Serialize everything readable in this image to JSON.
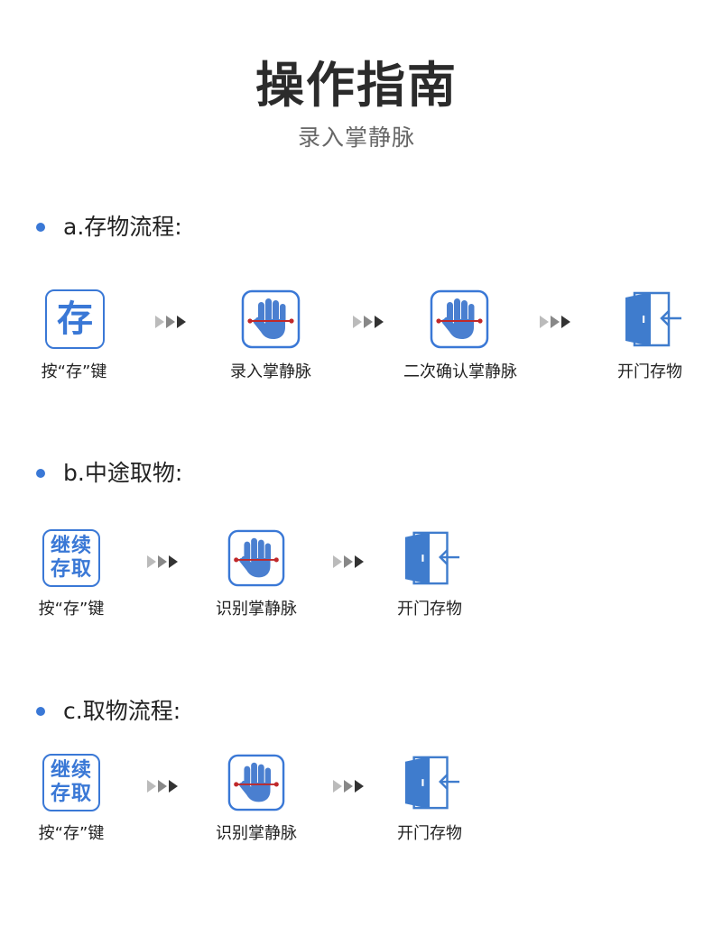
{
  "header": {
    "title": "操作指南",
    "subtitle": "录入掌静脉"
  },
  "colors": {
    "accent": "#3a78d6",
    "hand": "#4a7fd0",
    "scan_line": "#c0282a",
    "door": "#3f7ccd"
  },
  "sections": [
    {
      "title": "a.存物流程:",
      "steps": [
        {
          "icon": "deposit-key-icon",
          "icon_text": "存",
          "label": "按“存”键"
        },
        {
          "icon": "palm-scan-icon",
          "label": "录入掌静脉"
        },
        {
          "icon": "palm-scan-icon",
          "label": "二次确认掌静脉"
        },
        {
          "icon": "door-open-icon",
          "label": "开门存物"
        }
      ]
    },
    {
      "title": "b.中途取物:",
      "steps": [
        {
          "icon": "continue-deposit-key-icon",
          "icon_text_1": "继续",
          "icon_text_2": "存取",
          "label": "按“存”键"
        },
        {
          "icon": "palm-scan-icon",
          "label": "识别掌静脉"
        },
        {
          "icon": "door-open-icon",
          "label": "开门存物"
        }
      ]
    },
    {
      "title": "c.取物流程:",
      "steps": [
        {
          "icon": "continue-deposit-key-icon",
          "icon_text_1": "继续",
          "icon_text_2": "存取",
          "label": "按“存”键"
        },
        {
          "icon": "palm-scan-icon",
          "label": "识别掌静脉"
        },
        {
          "icon": "door-open-icon",
          "label": "开门存物"
        }
      ]
    }
  ]
}
